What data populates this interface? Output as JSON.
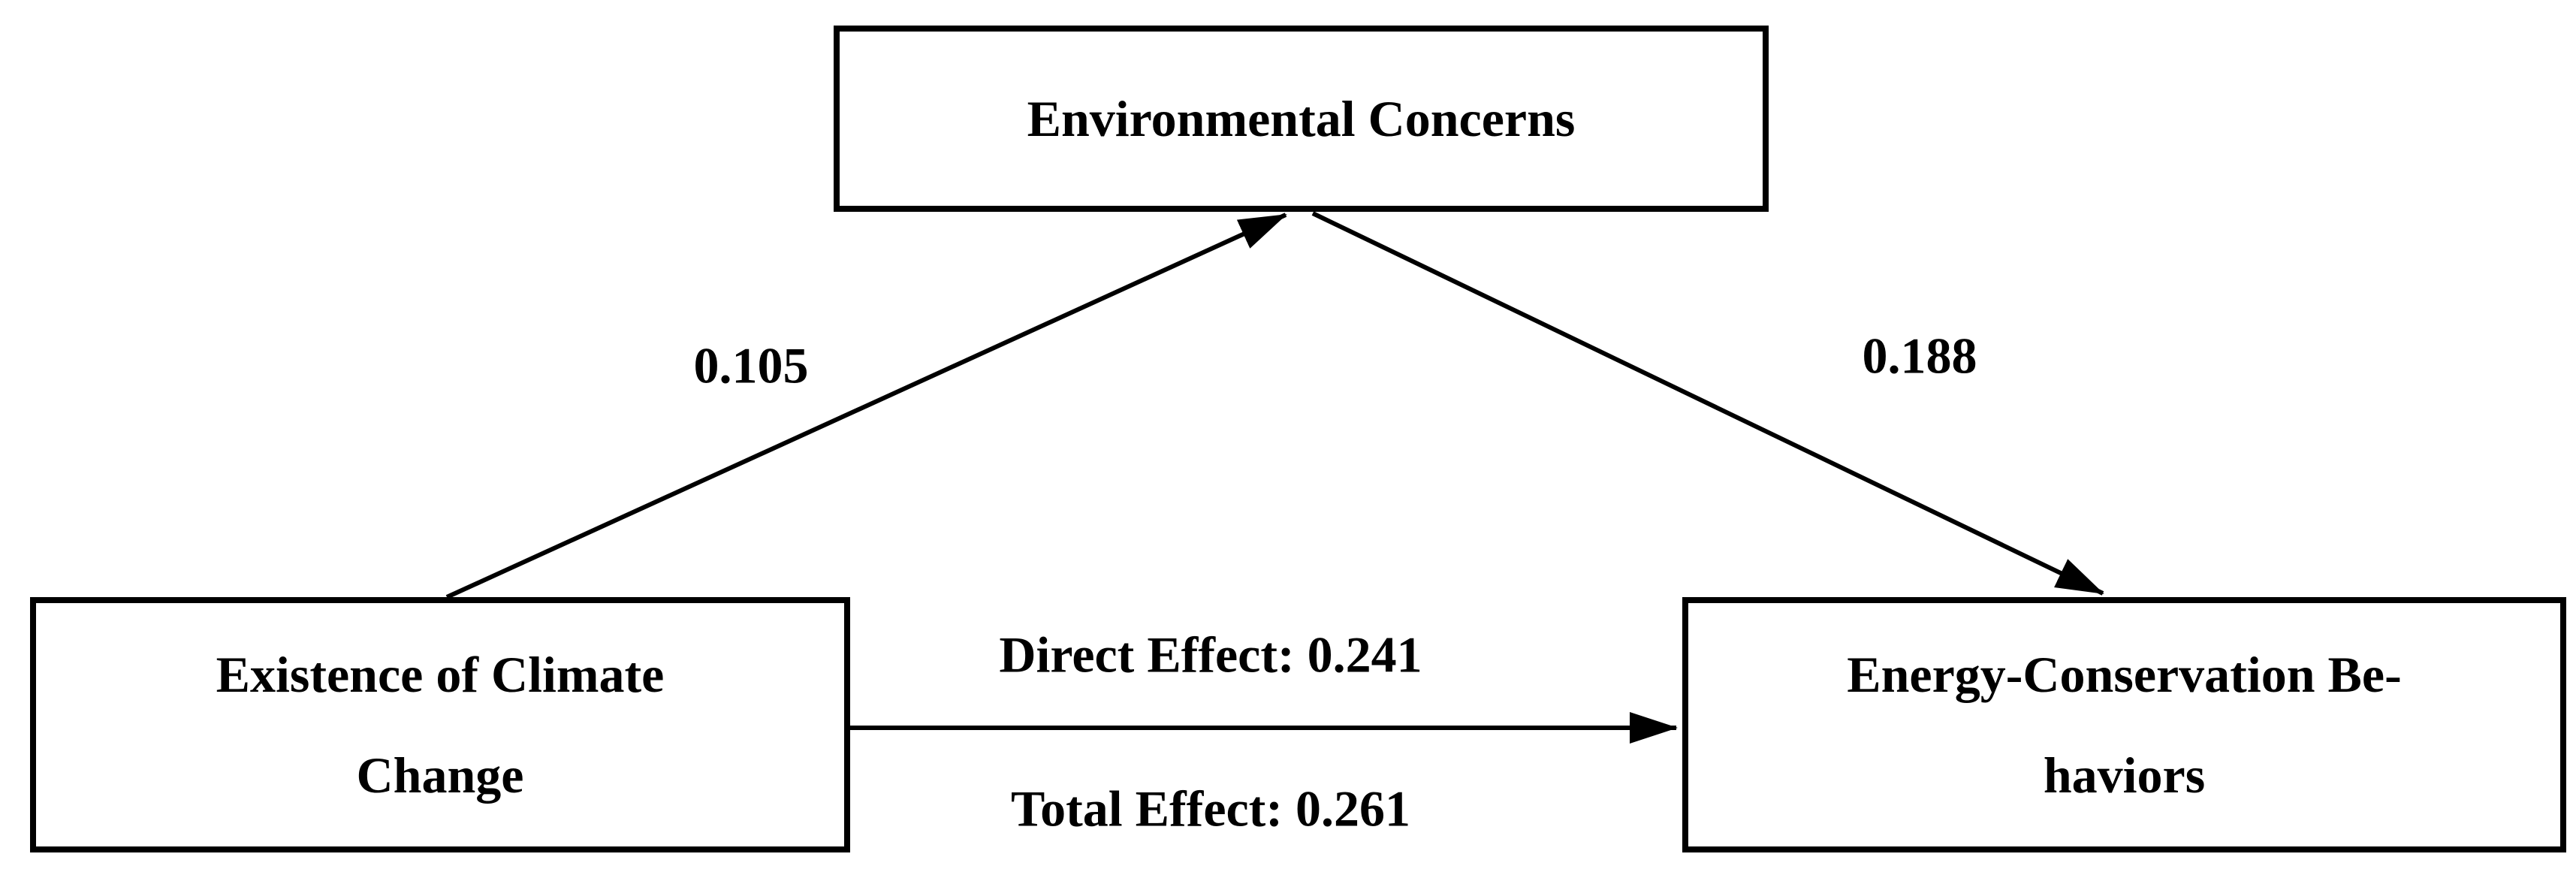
{
  "figure": {
    "type": "mediation-path-diagram",
    "colors": {
      "background": "#ffffff",
      "line": "#000000",
      "text": "#000000"
    },
    "nodes": {
      "mediator": {
        "label": "Environmental Concerns",
        "lines": [
          "Environmental Concerns"
        ]
      },
      "independent": {
        "label": "Existence of Climate Change",
        "lines": [
          "Existence of Climate",
          "Change"
        ]
      },
      "dependent": {
        "label": "Energy-Conservation Behaviors",
        "lines": [
          "Energy-Conservation Be-",
          "haviors"
        ]
      }
    },
    "edges": {
      "a_path": {
        "from": "Existence of Climate Change",
        "to": "Environmental Concerns",
        "label": "0.105",
        "value": 0.105
      },
      "b_path": {
        "from": "Environmental Concerns",
        "to": "Energy-Conservation Behaviors",
        "label": "0.188",
        "value": 0.188
      },
      "direct_path": {
        "from": "Existence of Climate Change",
        "to": "Energy-Conservation Behaviors",
        "label_above": "Direct Effect: 0.241",
        "direct_effect": 0.241,
        "label_below": "Total Effect: 0.261",
        "total_effect": 0.261
      }
    }
  }
}
